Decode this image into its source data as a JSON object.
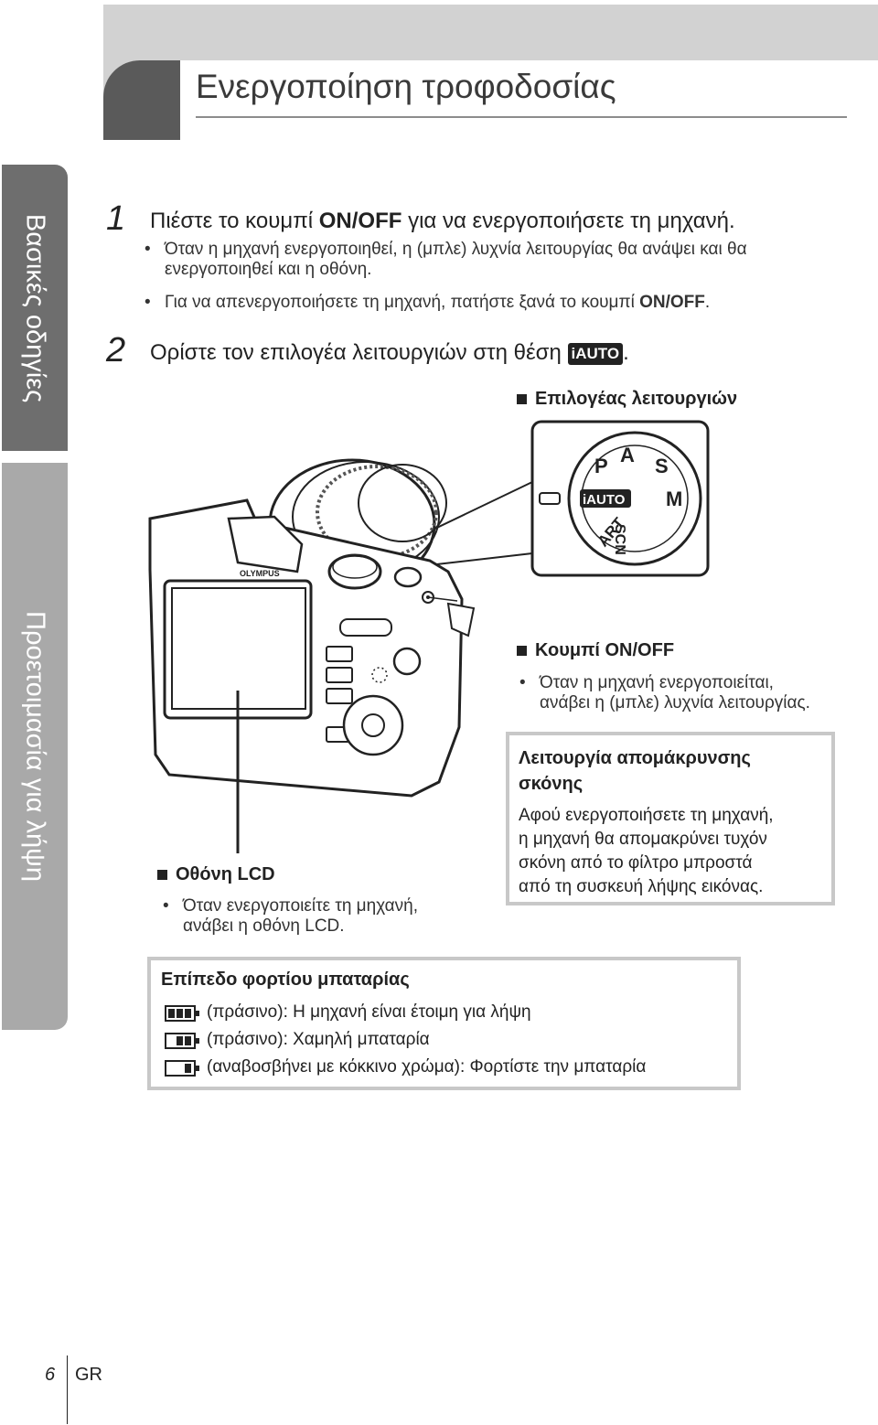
{
  "header": {
    "title": "Ενεργοποίηση τροφοδοσίας"
  },
  "tabs": {
    "basic": "Βασικές οδηγίες",
    "prep": "Προετοιμασία για λήψη"
  },
  "step1": {
    "num": "1",
    "pre": "Πιέστε το κουμπί ",
    "bold": "ON/OFF",
    "post": " για να ενεργοποιήσετε τη μηχανή.",
    "bullet1_line1": "Όταν η μηχανή ενεργοποιηθεί, η (μπλε) λυχνία λειτουργίας θα ανάψει και θα",
    "bullet1_line2": "ενεργοποιηθεί και η οθόνη.",
    "bullet2_pre": "Για να απενεργοποιήσετε τη μηχανή, πατήστε ξανά το κουμπί ",
    "bullet2_bold": "ON/OFF",
    "bullet2_post": "."
  },
  "step2": {
    "num": "2",
    "text": "Ορίστε τον επιλογέα λειτουργιών στη θέση ",
    "icon": "iAUTO",
    "post": "."
  },
  "mode_dial": {
    "heading": "Επιλογέας λειτουργιών",
    "labels": [
      "P",
      "A",
      "S",
      "M",
      "iAUTO",
      "ART",
      "SCN"
    ]
  },
  "onoff": {
    "heading": "Κουμπί ON/OFF",
    "line1": "Όταν η μηχανή ενεργοποιείται,",
    "line2": "ανάβει η (μπλε) λυχνία λειτουργίας."
  },
  "dust": {
    "title_line1": "Λειτουργία απομάκρυνσης",
    "title_line2": "σκόνης",
    "line1": "Αφού ενεργοποιήσετε τη μηχανή,",
    "line2": "η μηχανή θα απομακρύνει τυχόν",
    "line3": "σκόνη από το φίλτρο μπροστά",
    "line4": "από τη συσκευή λήψης εικόνας."
  },
  "lcd": {
    "heading": "Οθόνη LCD",
    "line1": "Όταν ενεργοποιείτε τη μηχανή,",
    "line2": "ανάβει η οθόνη LCD."
  },
  "camera": {
    "brand": "OLYMPUS"
  },
  "battery": {
    "title": "Επίπεδο φορτίου μπαταρίας",
    "rows": [
      {
        "text": "(πράσινο): Η μηχανή είναι έτοιμη για λήψη",
        "level": 3
      },
      {
        "text": "(πράσινο): Χαμηλή μπαταρία",
        "level": 2
      },
      {
        "text": "(αναβοσβήνει με κόκκινο χρώμα): Φορτίστε την μπαταρία",
        "level": 1
      }
    ]
  },
  "footer": {
    "page": "6",
    "lang": "GR"
  }
}
